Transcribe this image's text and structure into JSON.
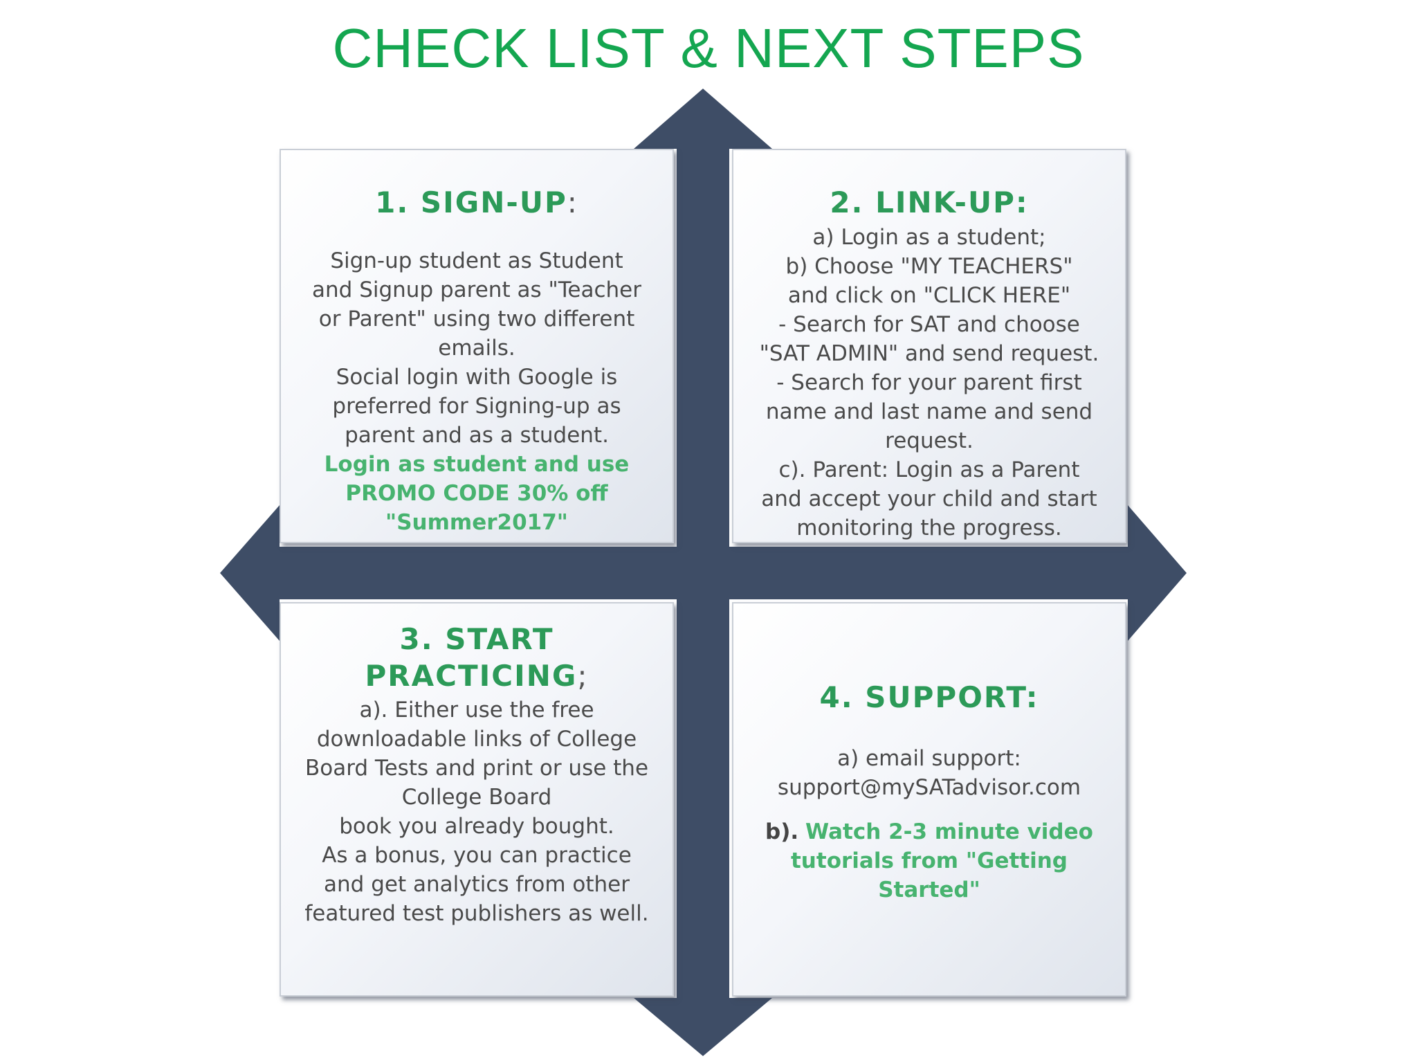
{
  "page_title": "CHECK LIST & NEXT STEPS",
  "colors": {
    "title": "#14a650",
    "arrow": "#3e4d66",
    "heading": "#2c9a58",
    "highlight": "#47b36f",
    "body_text": "#4a4a4a"
  },
  "boxes": {
    "sign_up": {
      "heading": "1. SIGN-UP",
      "heading_tail": ":",
      "lines": [
        "Sign-up student as Student",
        "and Signup parent as \"Teacher",
        "or Parent\" using two different",
        "emails.",
        "Social login with Google  is",
        "preferred for Signing-up as",
        "parent and as a student."
      ],
      "highlight_lines": [
        "Login as student and use",
        "PROMO CODE 30% off",
        "\"Summer2017\""
      ]
    },
    "link_up": {
      "heading": "2. LINK-UP:",
      "lines": [
        "a) Login as a student;",
        "b) Choose \"MY TEACHERS\"",
        "and click on \"CLICK HERE\"",
        "- Search for SAT and choose",
        "\"SAT ADMIN\" and send request.",
        "- Search for your parent first",
        "name and last name and send",
        "request.",
        "c). Parent: Login as a Parent",
        "and accept your child and start",
        "monitoring the progress."
      ]
    },
    "start_practicing": {
      "heading_1": "3. START",
      "heading_2": "PRACTICING",
      "heading_tail": ";",
      "lines": [
        "a). Either use the free",
        "downloadable links of College",
        "Board Tests and print or use the",
        "College Board",
        "book you already bought.",
        "As a bonus, you can practice",
        "and get analytics from other",
        "featured test publishers as well."
      ]
    },
    "support": {
      "heading": "4. SUPPORT:",
      "lines": [
        "a) email support:",
        "support@mySATadvisor.com"
      ],
      "highlight_prefix": "b).",
      "highlight_lines": [
        "Watch 2-3 minute video",
        "tutorials from \"Getting",
        "Started\""
      ]
    }
  }
}
